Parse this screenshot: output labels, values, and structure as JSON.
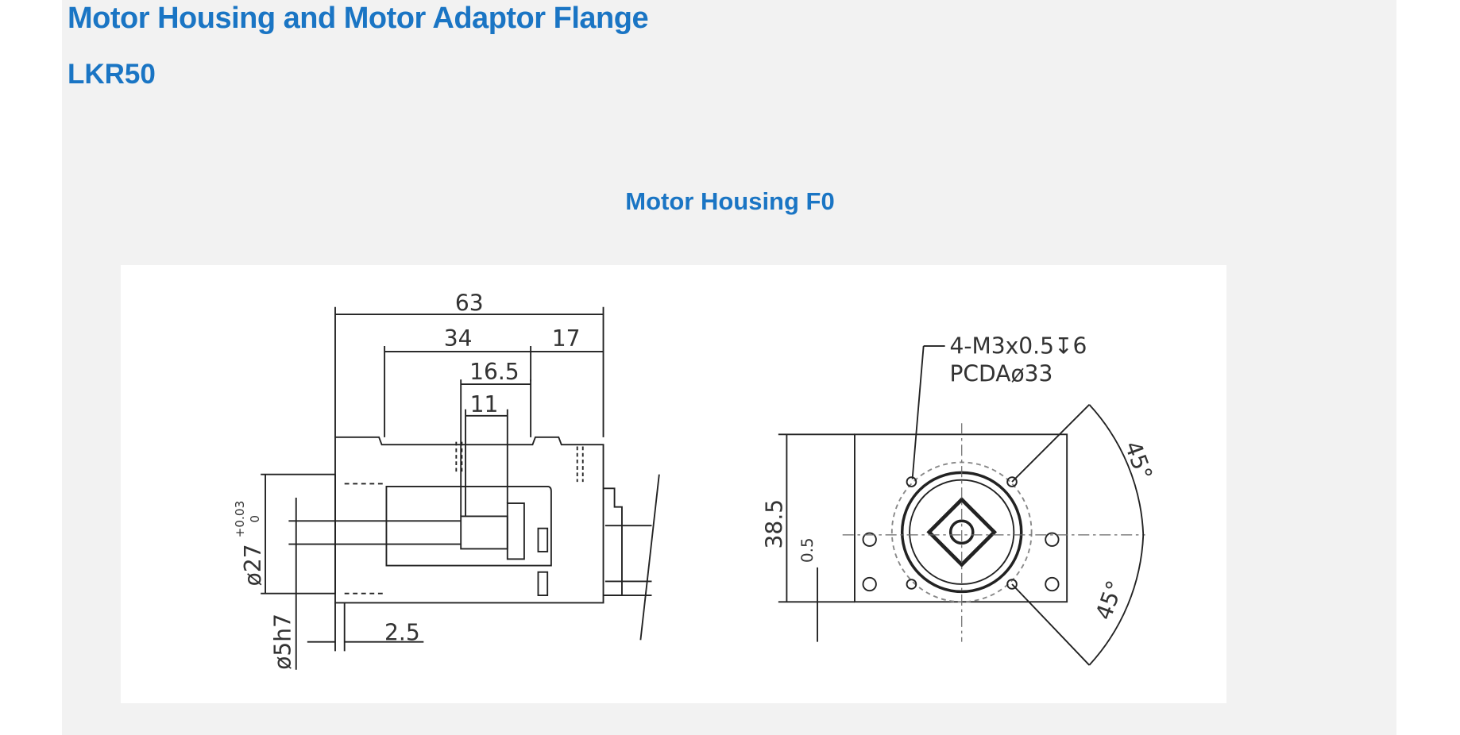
{
  "title": "Motor Housing and Motor Adaptor Flange",
  "model": "LKR50",
  "section_title": "Motor Housing F0",
  "drawing": {
    "dims": {
      "d63": "63",
      "d34": "34",
      "d17": "17",
      "d16_5": "16.5",
      "d11": "11",
      "d27": "ø27",
      "d27_tol_upper": "+0.03",
      "d27_tol_lower": "0",
      "d5h7": "ø5h7",
      "d2_5": "2.5",
      "d38_5": "38.5",
      "d0_5": "0.5",
      "thread": "4-M3x0.5↧6",
      "pcd": "PCDAø33",
      "angle1": "45°",
      "angle2": "45°"
    }
  }
}
